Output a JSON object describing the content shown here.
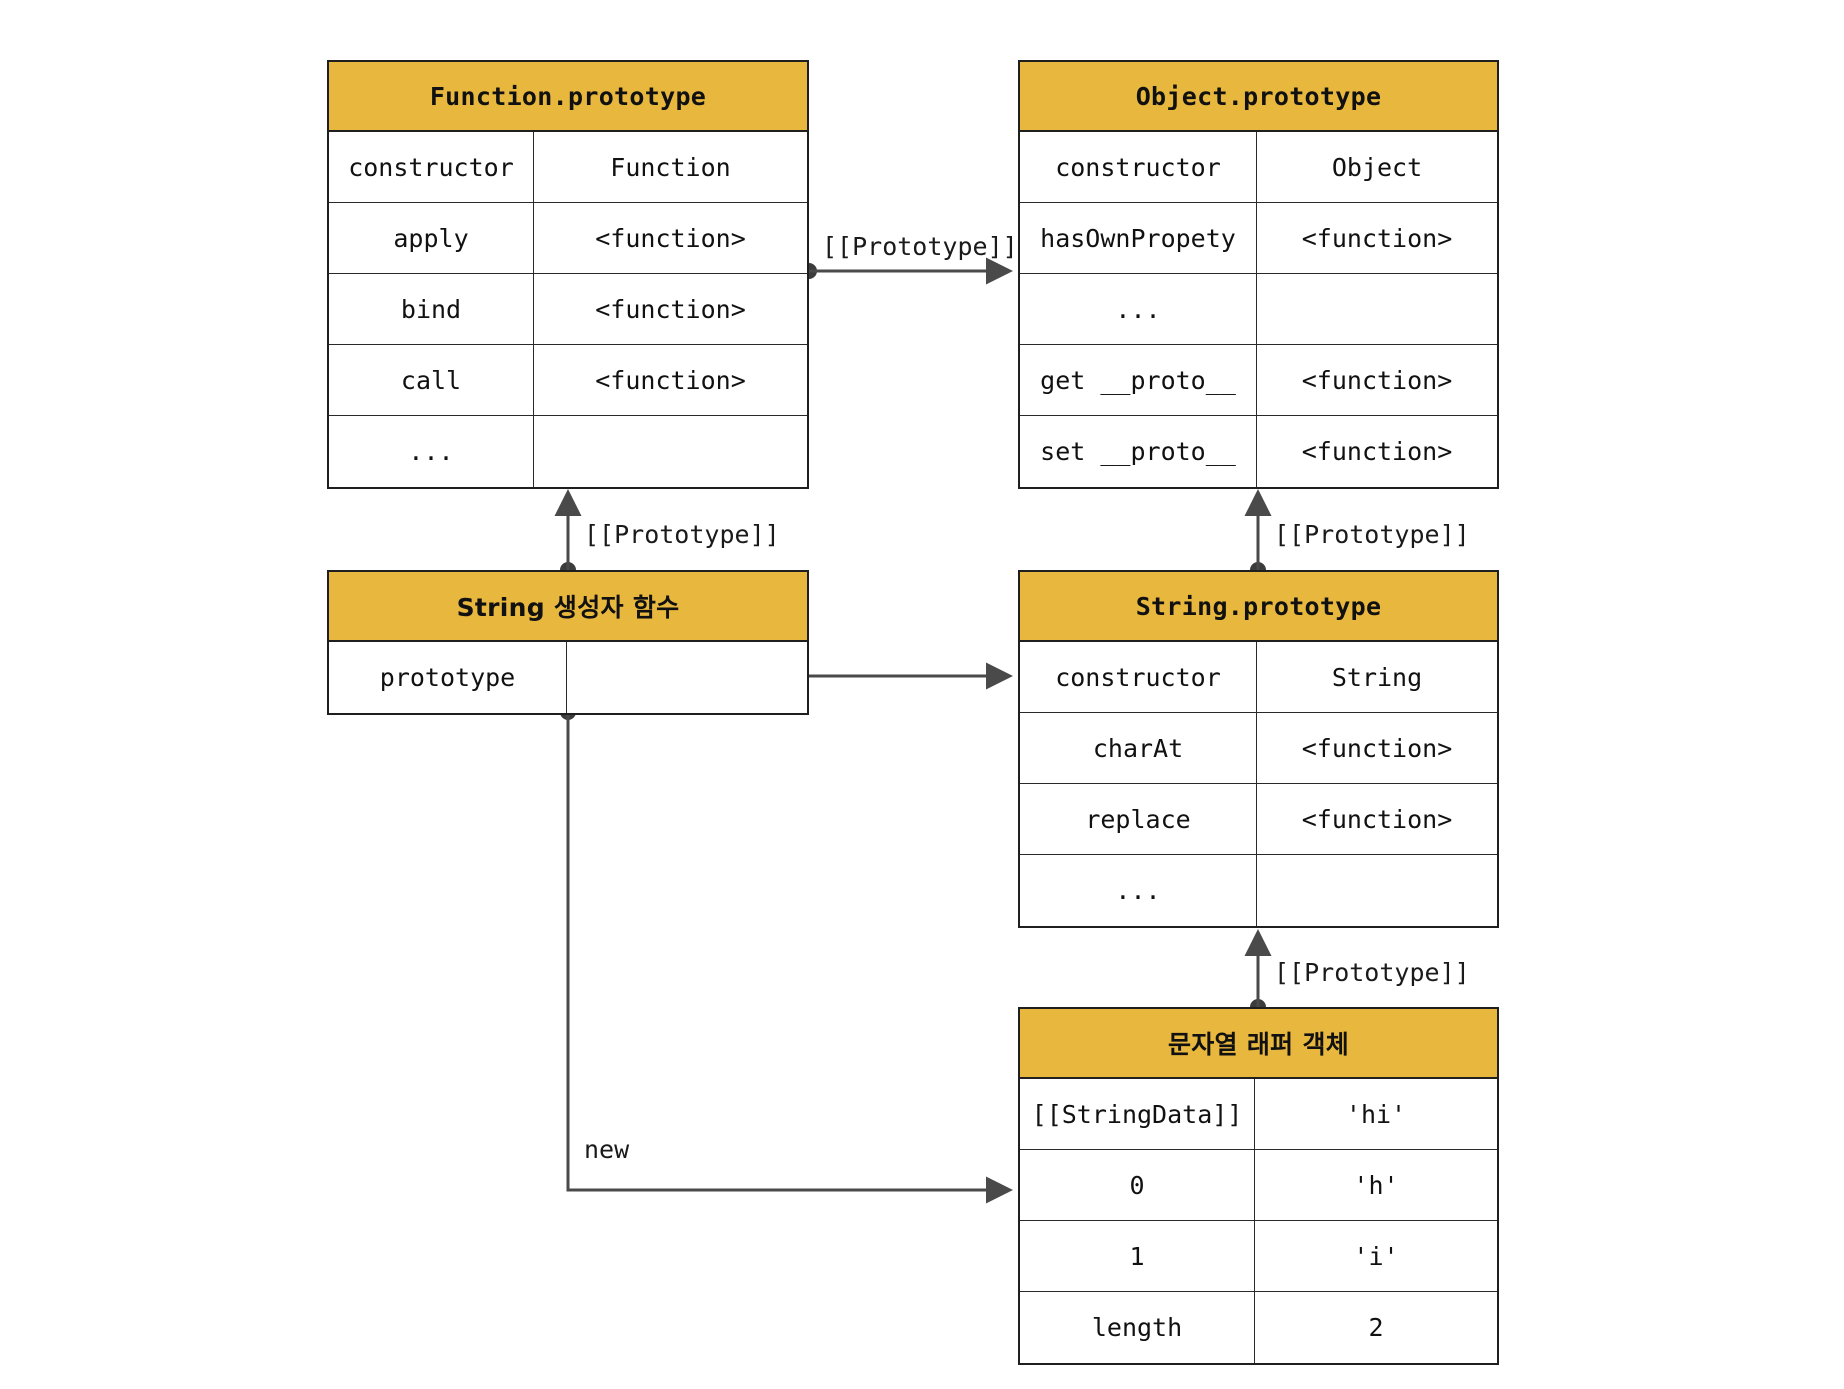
{
  "diagram": {
    "title": "JavaScript String prototype chain",
    "accent_color": "#e8b73e",
    "line_color": "#4a4a4a",
    "border_color": "#1f1f1f",
    "boxes": [
      {
        "id": "function-prototype",
        "header": "Function.prototype",
        "rows": [
          {
            "key": "constructor",
            "value": "Function"
          },
          {
            "key": "apply",
            "value": "<function>"
          },
          {
            "key": "bind",
            "value": "<function>"
          },
          {
            "key": "call",
            "value": "<function>"
          },
          {
            "key": "...",
            "value": ""
          }
        ]
      },
      {
        "id": "object-prototype",
        "header": "Object.prototype",
        "rows": [
          {
            "key": "constructor",
            "value": "Object"
          },
          {
            "key": "hasOwnPropety",
            "value": "<function>"
          },
          {
            "key": "...",
            "value": ""
          },
          {
            "key": "get __proto__",
            "value": "<function>"
          },
          {
            "key": "set __proto__",
            "value": "<function>"
          }
        ]
      },
      {
        "id": "string-constructor",
        "header": "String 생성자 함수",
        "rows": [
          {
            "key": "prototype",
            "value": ""
          }
        ]
      },
      {
        "id": "string-prototype",
        "header": "String.prototype",
        "rows": [
          {
            "key": "constructor",
            "value": "String"
          },
          {
            "key": "charAt",
            "value": "<function>"
          },
          {
            "key": "replace",
            "value": "<function>"
          },
          {
            "key": "...",
            "value": ""
          }
        ]
      },
      {
        "id": "string-wrapper-object",
        "header": "문자열 래퍼 객체",
        "rows": [
          {
            "key": "[[StringData]]",
            "value": "'hi'"
          },
          {
            "key": "0",
            "value": "'h'"
          },
          {
            "key": "1",
            "value": "'i'"
          },
          {
            "key": "length",
            "value": "2"
          }
        ]
      }
    ],
    "edges": [
      {
        "id": "fnproto-to-objproto",
        "label": "[[Prototype]]"
      },
      {
        "id": "stringctor-to-fnproto",
        "label": "[[Prototype]]"
      },
      {
        "id": "stringproto-to-objproto",
        "label": "[[Prototype]]"
      },
      {
        "id": "wrapper-to-stringproto",
        "label": "[[Prototype]]"
      },
      {
        "id": "stringctor-prototype-to-stringproto",
        "label": ""
      },
      {
        "id": "stringctor-new-to-wrapper",
        "label": "new"
      }
    ]
  }
}
